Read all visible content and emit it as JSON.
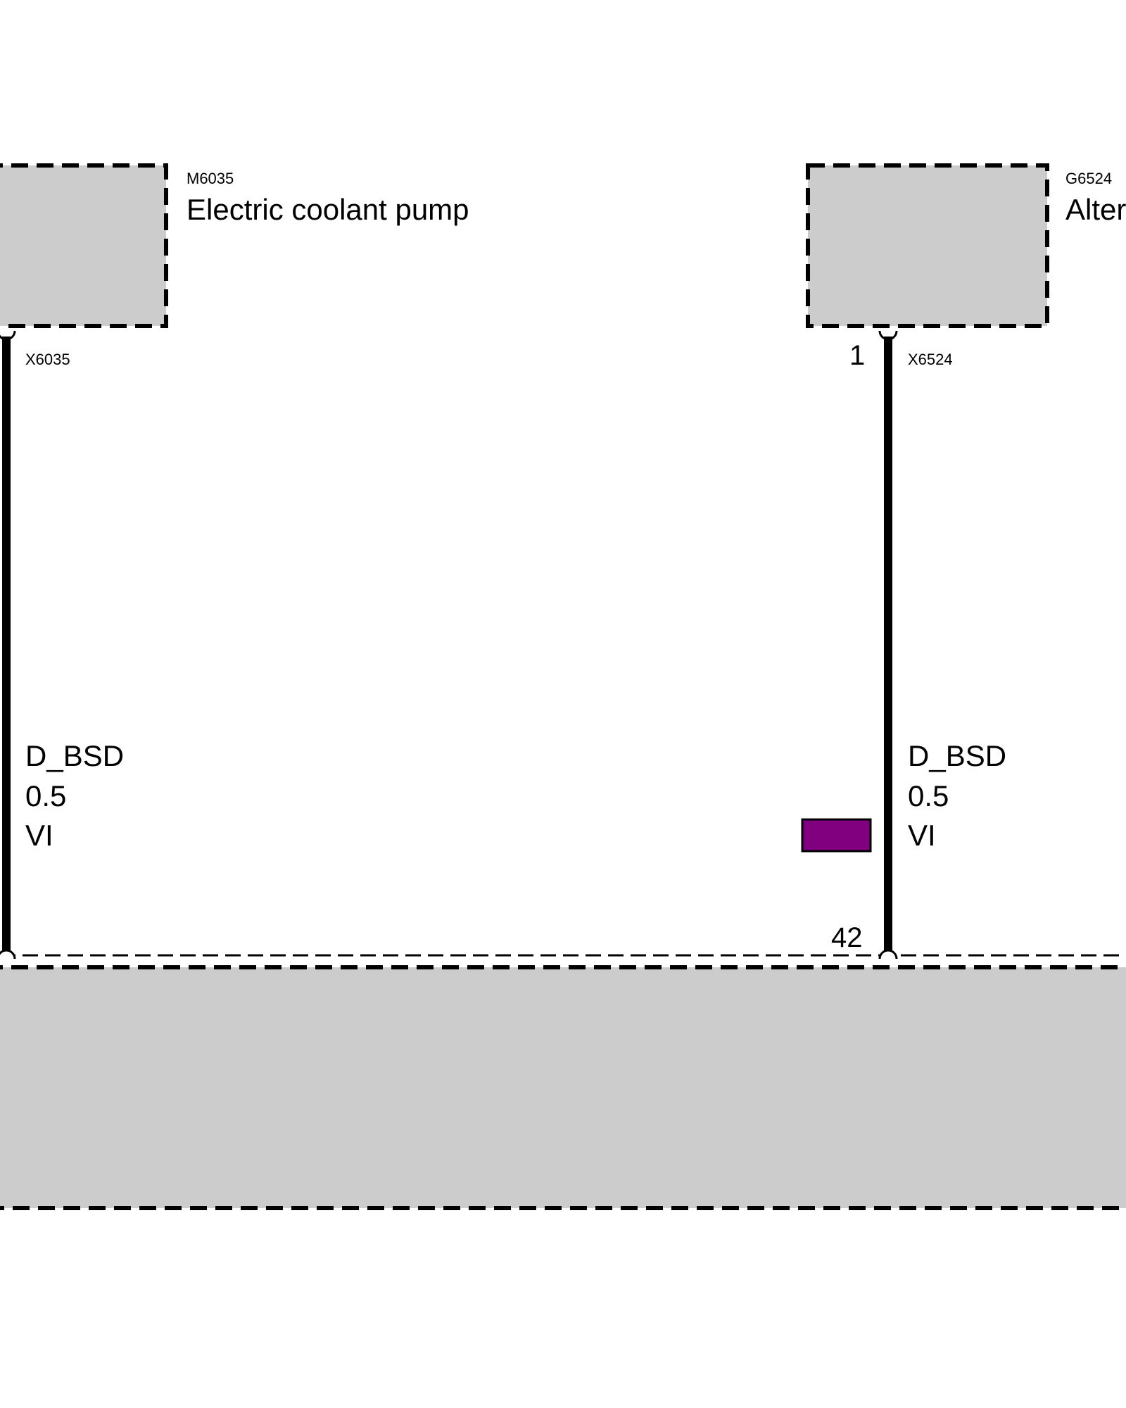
{
  "components": {
    "pump": {
      "code": "M6035",
      "name": "Electric coolant pump",
      "connector": "X6035"
    },
    "alternator": {
      "code": "G6524",
      "name": "Alternator",
      "connector": "X6524",
      "pin": "1"
    },
    "bottom_module": {
      "pin": "42"
    }
  },
  "wires": {
    "left": {
      "signal": "D_BSD",
      "cross_section": "0.5",
      "color_code": "VI"
    },
    "right": {
      "signal": "D_BSD",
      "cross_section": "0.5",
      "color_code": "VI"
    }
  },
  "colors": {
    "component_fill": "#cccccc",
    "wire": "#000000",
    "wire_color_swatch": "#800080"
  }
}
